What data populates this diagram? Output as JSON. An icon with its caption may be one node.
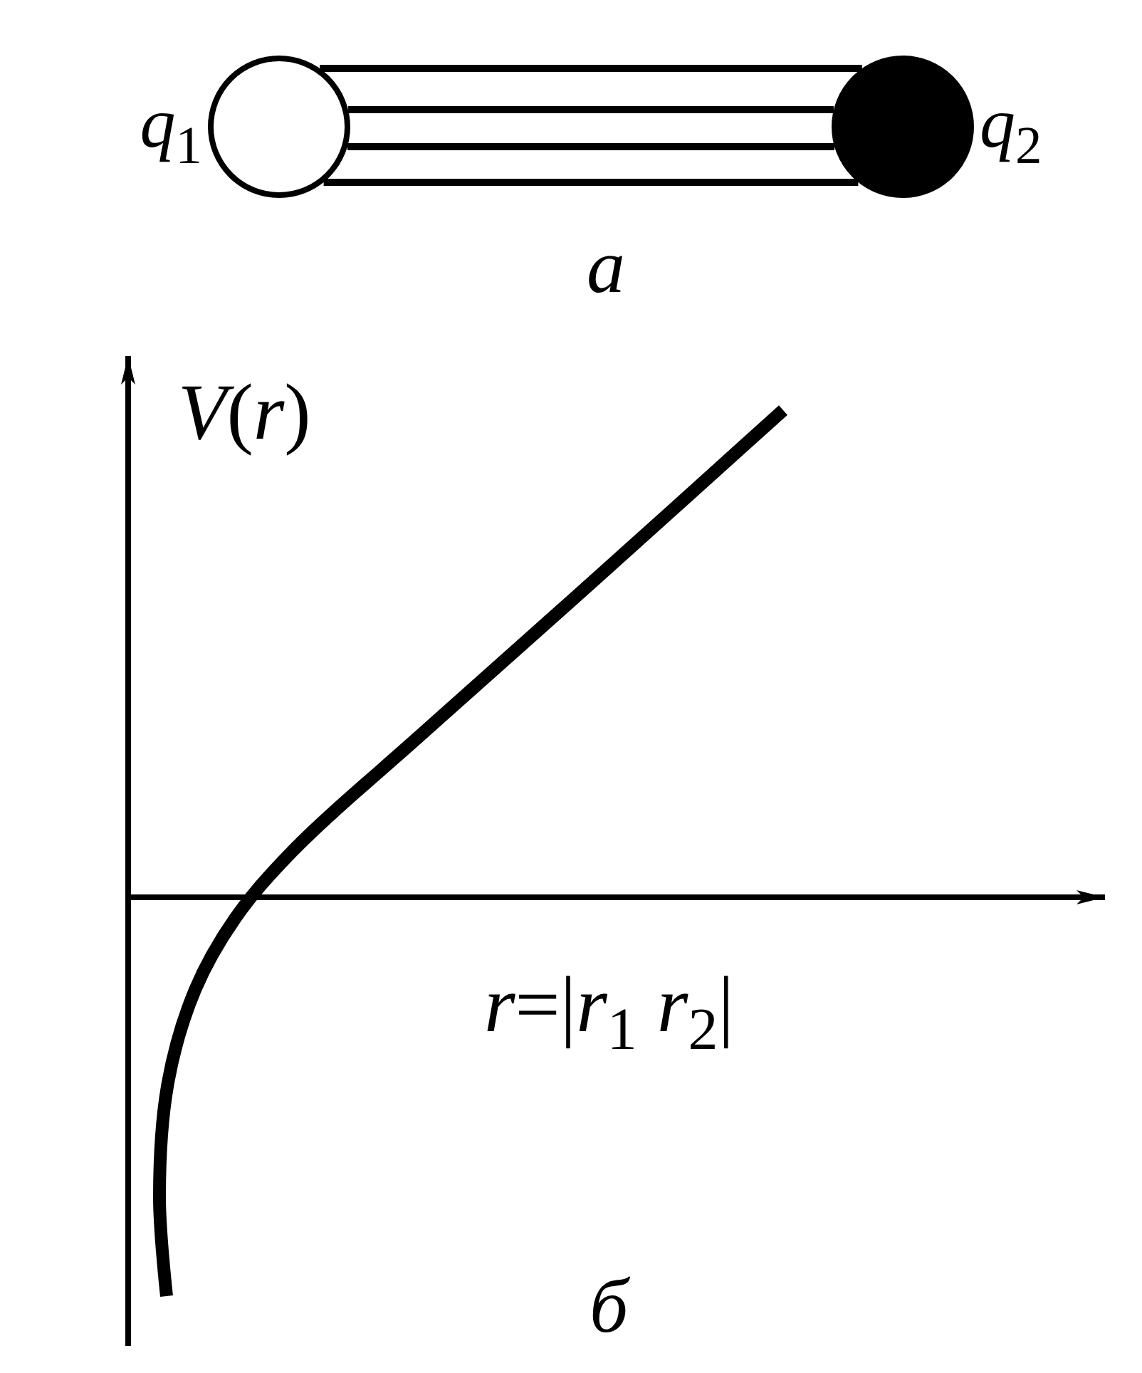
{
  "diagram": {
    "nodes": [
      {
        "text": [],
        "shape": "circle",
        "beside": [
          "*q*$_{1}$"
        ]
      },
      {
        "text": [],
        "shape": "dot",
        "beside": [
          "*q*$_{2}$"
        ]
      }
    ],
    "edges": [
      {
        "from": 0,
        "to": 1,
        "arrow": "none"
      },
      {
        "from": 0,
        "to": 1,
        "arrow": "none"
      },
      {
        "from": 0,
        "to": 1,
        "arrow": "none"
      },
      {
        "from": 0,
        "to": 1,
        "arrow": "none"
      }
    ],
    "labels": [
      "а",
      "*V*(*r*)",
      "*r*=|*r*$_{1}$ *r*$_{2}$|",
      "б"
    ]
  }
}
